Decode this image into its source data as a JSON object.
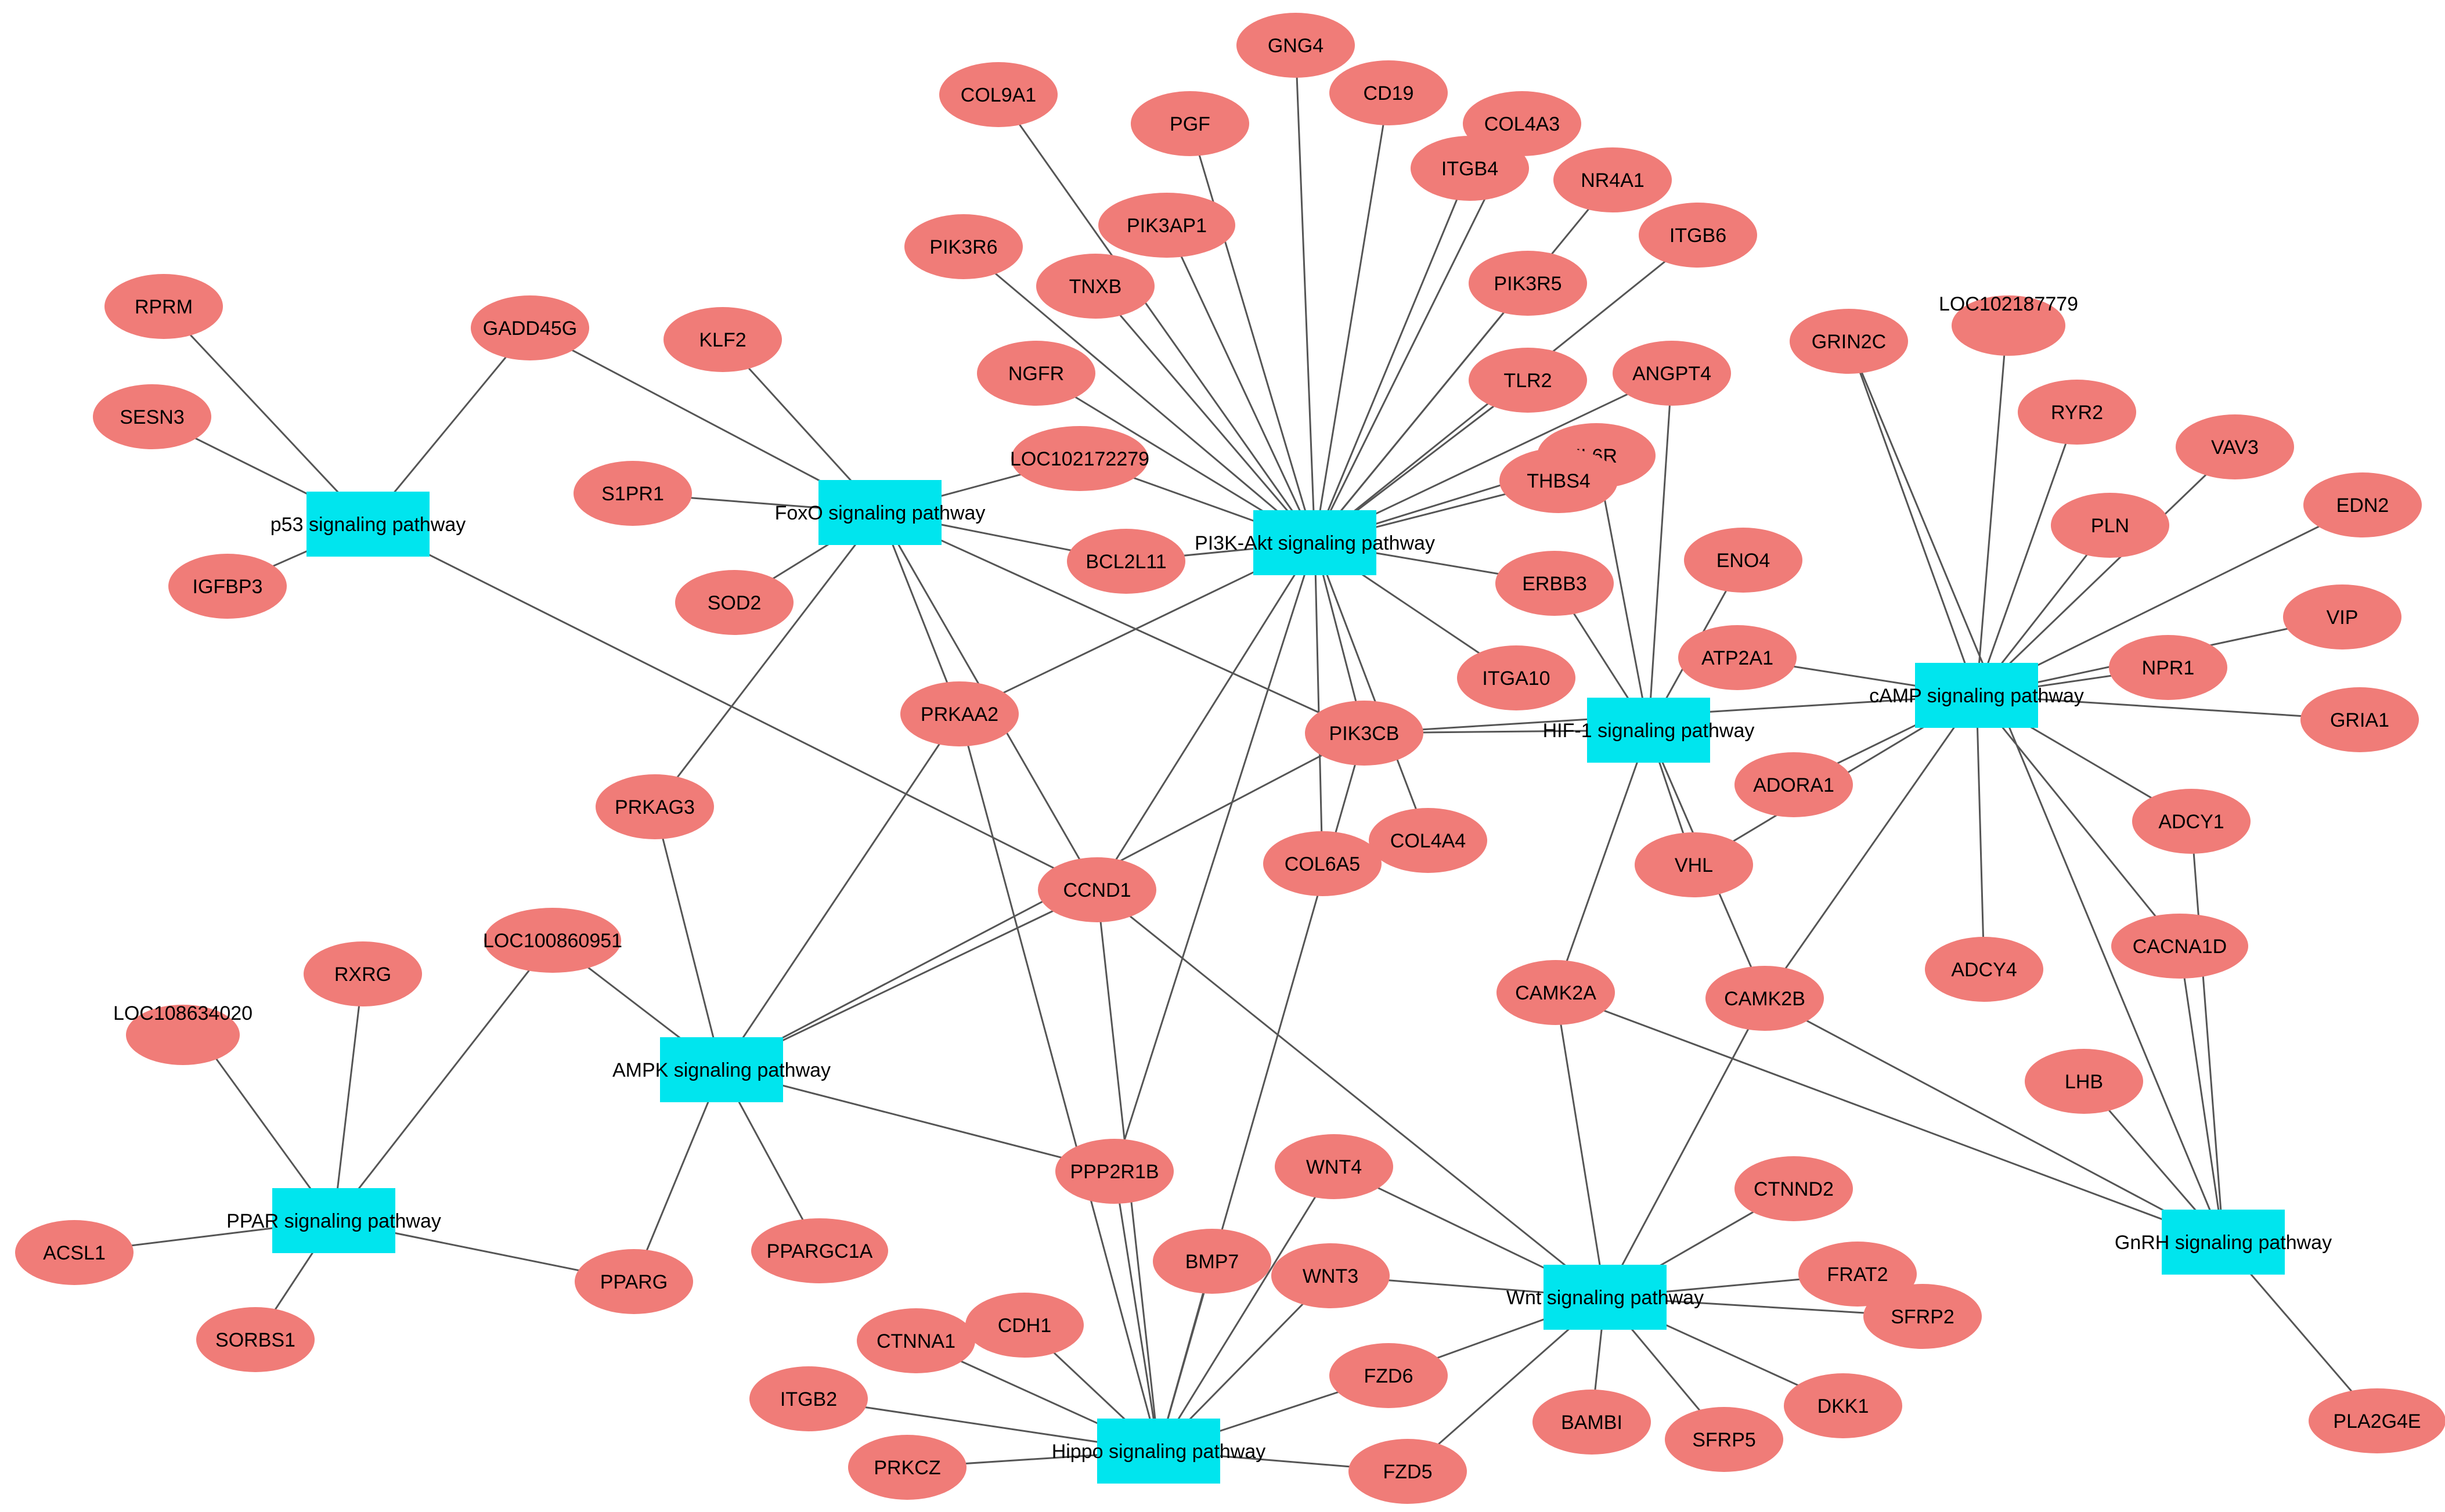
{
  "colors": {
    "pathway": "#00e5ee",
    "gene": "#f07c78",
    "edge": "#555555",
    "text": "#000000"
  },
  "pathways": [
    {
      "id": "p53",
      "label": "p53 signaling pathway"
    },
    {
      "id": "foxo",
      "label": "FoxO signaling pathway"
    },
    {
      "id": "pi3k",
      "label": "PI3K-Akt signaling pathway"
    },
    {
      "id": "hif1",
      "label": "HIF-1 signaling pathway"
    },
    {
      "id": "camp",
      "label": "cAMP signaling pathway"
    },
    {
      "id": "ampk",
      "label": "AMPK signaling pathway"
    },
    {
      "id": "ppar",
      "label": "PPAR signaling pathway"
    },
    {
      "id": "gnrh",
      "label": "GnRH signaling pathway"
    },
    {
      "id": "wnt",
      "label": "Wnt signaling pathway"
    },
    {
      "id": "hippo",
      "label": "Hippo signaling pathway"
    }
  ],
  "genes": [
    {
      "id": "RPRM",
      "label": "RPRM"
    },
    {
      "id": "SESN3",
      "label": "SESN3"
    },
    {
      "id": "IGFBP3",
      "label": "IGFBP3"
    },
    {
      "id": "GADD45G",
      "label": "GADD45G"
    },
    {
      "id": "KLF2",
      "label": "KLF2"
    },
    {
      "id": "S1PR1",
      "label": "S1PR1"
    },
    {
      "id": "SOD2",
      "label": "SOD2"
    },
    {
      "id": "LOC102172279",
      "label": "LOC102172279"
    },
    {
      "id": "BCL2L11",
      "label": "BCL2L11"
    },
    {
      "id": "COL9A1",
      "label": "COL9A1"
    },
    {
      "id": "GNG4",
      "label": "GNG4"
    },
    {
      "id": "CD19",
      "label": "CD19"
    },
    {
      "id": "COL4A3",
      "label": "COL4A3"
    },
    {
      "id": "PGF",
      "label": "PGF"
    },
    {
      "id": "ITGB4",
      "label": "ITGB4"
    },
    {
      "id": "NR4A1",
      "label": "NR4A1"
    },
    {
      "id": "PIK3AP1",
      "label": "PIK3AP1"
    },
    {
      "id": "ITGB6",
      "label": "ITGB6"
    },
    {
      "id": "PIK3R6",
      "label": "PIK3R6"
    },
    {
      "id": "TNXB",
      "label": "TNXB"
    },
    {
      "id": "PIK3R5",
      "label": "PIK3R5"
    },
    {
      "id": "NGFR",
      "label": "NGFR"
    },
    {
      "id": "TLR2",
      "label": "TLR2"
    },
    {
      "id": "ANGPT4",
      "label": "ANGPT4"
    },
    {
      "id": "IL6R",
      "label": "IL6R"
    },
    {
      "id": "THBS4",
      "label": "THBS4"
    },
    {
      "id": "ERBB3",
      "label": "ERBB3"
    },
    {
      "id": "ITGA10",
      "label": "ITGA10"
    },
    {
      "id": "PIK3CB",
      "label": "PIK3CB"
    },
    {
      "id": "COL6A5",
      "label": "COL6A5"
    },
    {
      "id": "COL4A4",
      "label": "COL4A4"
    },
    {
      "id": "PRKAA2",
      "label": "PRKAA2"
    },
    {
      "id": "PRKAG3",
      "label": "PRKAG3"
    },
    {
      "id": "CCND1",
      "label": "CCND1"
    },
    {
      "id": "ENO4",
      "label": "ENO4"
    },
    {
      "id": "ATP2A1",
      "label": "ATP2A1"
    },
    {
      "id": "ADORA1",
      "label": "ADORA1"
    },
    {
      "id": "VHL",
      "label": "VHL"
    },
    {
      "id": "CAMK2A",
      "label": "CAMK2A"
    },
    {
      "id": "CAMK2B",
      "label": "CAMK2B"
    },
    {
      "id": "LOC102187779",
      "label": "LOC102187779"
    },
    {
      "id": "GRIN2C",
      "label": "GRIN2C"
    },
    {
      "id": "RYR2",
      "label": "RYR2"
    },
    {
      "id": "VAV3",
      "label": "VAV3"
    },
    {
      "id": "PLN",
      "label": "PLN"
    },
    {
      "id": "EDN2",
      "label": "EDN2"
    },
    {
      "id": "VIP",
      "label": "VIP"
    },
    {
      "id": "NPR1",
      "label": "NPR1"
    },
    {
      "id": "GRIA1",
      "label": "GRIA1"
    },
    {
      "id": "ADCY1",
      "label": "ADCY1"
    },
    {
      "id": "CACNA1D",
      "label": "CACNA1D"
    },
    {
      "id": "ADCY4",
      "label": "ADCY4"
    },
    {
      "id": "LHB",
      "label": "LHB"
    },
    {
      "id": "PLA2G4E",
      "label": "PLA2G4E"
    },
    {
      "id": "LOC100860951",
      "label": "LOC100860951"
    },
    {
      "id": "RXRG",
      "label": "RXRG"
    },
    {
      "id": "LOC108634020",
      "label": "LOC108634020"
    },
    {
      "id": "ACSL1",
      "label": "ACSL1"
    },
    {
      "id": "SORBS1",
      "label": "SORBS1"
    },
    {
      "id": "PPARG",
      "label": "PPARG"
    },
    {
      "id": "PPARGC1A",
      "label": "PPARGC1A"
    },
    {
      "id": "PPP2R1B",
      "label": "PPP2R1B"
    },
    {
      "id": "WNT4",
      "label": "WNT4"
    },
    {
      "id": "BMP7",
      "label": "BMP7"
    },
    {
      "id": "WNT3",
      "label": "WNT3"
    },
    {
      "id": "CDH1",
      "label": "CDH1"
    },
    {
      "id": "CTNNA1",
      "label": "CTNNA1"
    },
    {
      "id": "ITGB2",
      "label": "ITGB2"
    },
    {
      "id": "PRKCZ",
      "label": "PRKCZ"
    },
    {
      "id": "FZD6",
      "label": "FZD6"
    },
    {
      "id": "FZD5",
      "label": "FZD5"
    },
    {
      "id": "BAMBI",
      "label": "BAMBI"
    },
    {
      "id": "SFRP5",
      "label": "SFRP5"
    },
    {
      "id": "DKK1",
      "label": "DKK1"
    },
    {
      "id": "CTNND2",
      "label": "CTNND2"
    },
    {
      "id": "FRAT2",
      "label": "FRAT2"
    },
    {
      "id": "SFRP2",
      "label": "SFRP2"
    }
  ],
  "edges": [
    [
      "p53",
      "RPRM"
    ],
    [
      "p53",
      "SESN3"
    ],
    [
      "p53",
      "IGFBP3"
    ],
    [
      "p53",
      "GADD45G"
    ],
    [
      "p53",
      "CCND1"
    ],
    [
      "foxo",
      "GADD45G"
    ],
    [
      "foxo",
      "KLF2"
    ],
    [
      "foxo",
      "S1PR1"
    ],
    [
      "foxo",
      "SOD2"
    ],
    [
      "foxo",
      "LOC102172279"
    ],
    [
      "foxo",
      "BCL2L11"
    ],
    [
      "foxo",
      "PRKAA2"
    ],
    [
      "foxo",
      "PRKAG3"
    ],
    [
      "foxo",
      "CCND1"
    ],
    [
      "foxo",
      "PIK3CB"
    ],
    [
      "pi3k",
      "COL9A1"
    ],
    [
      "pi3k",
      "GNG4"
    ],
    [
      "pi3k",
      "CD19"
    ],
    [
      "pi3k",
      "COL4A3"
    ],
    [
      "pi3k",
      "PGF"
    ],
    [
      "pi3k",
      "ITGB4"
    ],
    [
      "pi3k",
      "NR4A1"
    ],
    [
      "pi3k",
      "PIK3AP1"
    ],
    [
      "pi3k",
      "ITGB6"
    ],
    [
      "pi3k",
      "PIK3R6"
    ],
    [
      "pi3k",
      "TNXB"
    ],
    [
      "pi3k",
      "PIK3R5"
    ],
    [
      "pi3k",
      "NGFR"
    ],
    [
      "pi3k",
      "TLR2"
    ],
    [
      "pi3k",
      "ANGPT4"
    ],
    [
      "pi3k",
      "IL6R"
    ],
    [
      "pi3k",
      "THBS4"
    ],
    [
      "pi3k",
      "ERBB3"
    ],
    [
      "pi3k",
      "ITGA10"
    ],
    [
      "pi3k",
      "PIK3CB"
    ],
    [
      "pi3k",
      "COL6A5"
    ],
    [
      "pi3k",
      "COL4A4"
    ],
    [
      "pi3k",
      "PRKAA2"
    ],
    [
      "pi3k",
      "CCND1"
    ],
    [
      "pi3k",
      "BCL2L11"
    ],
    [
      "pi3k",
      "LOC102172279"
    ],
    [
      "pi3k",
      "PPP2R1B"
    ],
    [
      "hif1",
      "ENO4"
    ],
    [
      "hif1",
      "PIK3CB"
    ],
    [
      "hif1",
      "ANGPT4"
    ],
    [
      "hif1",
      "IL6R"
    ],
    [
      "hif1",
      "VHL"
    ],
    [
      "hif1",
      "CAMK2A"
    ],
    [
      "hif1",
      "CAMK2B"
    ],
    [
      "hif1",
      "ERBB3"
    ],
    [
      "camp",
      "LOC102187779"
    ],
    [
      "camp",
      "GRIN2C"
    ],
    [
      "camp",
      "RYR2"
    ],
    [
      "camp",
      "VAV3"
    ],
    [
      "camp",
      "PLN"
    ],
    [
      "camp",
      "EDN2"
    ],
    [
      "camp",
      "VIP"
    ],
    [
      "camp",
      "NPR1"
    ],
    [
      "camp",
      "GRIA1"
    ],
    [
      "camp",
      "ATP2A1"
    ],
    [
      "camp",
      "ADORA1"
    ],
    [
      "camp",
      "ADCY1"
    ],
    [
      "camp",
      "CACNA1D"
    ],
    [
      "camp",
      "ADCY4"
    ],
    [
      "camp",
      "PIK3CB"
    ],
    [
      "camp",
      "VHL"
    ],
    [
      "camp",
      "CAMK2B"
    ],
    [
      "camp",
      "GNRH_LINK"
    ],
    [
      "ampk",
      "LOC100860951"
    ],
    [
      "ampk",
      "PRKAG3"
    ],
    [
      "ampk",
      "PRKAA2"
    ],
    [
      "ampk",
      "CCND1"
    ],
    [
      "ampk",
      "PPARG"
    ],
    [
      "ampk",
      "PPARGC1A"
    ],
    [
      "ampk",
      "PPP2R1B"
    ],
    [
      "ampk",
      "PIK3CB"
    ],
    [
      "ppar",
      "LOC108634020"
    ],
    [
      "ppar",
      "RXRG"
    ],
    [
      "ppar",
      "LOC100860951"
    ],
    [
      "ppar",
      "ACSL1"
    ],
    [
      "ppar",
      "SORBS1"
    ],
    [
      "ppar",
      "PPARG"
    ],
    [
      "gnrh",
      "CAMK2A"
    ],
    [
      "gnrh",
      "CAMK2B"
    ],
    [
      "gnrh",
      "ADCY1"
    ],
    [
      "gnrh",
      "CACNA1D"
    ],
    [
      "gnrh",
      "LHB"
    ],
    [
      "gnrh",
      "PLA2G4E"
    ],
    [
      "gnrh",
      "GRIN2C"
    ],
    [
      "wnt",
      "WNT4"
    ],
    [
      "wnt",
      "WNT3"
    ],
    [
      "wnt",
      "FZD6"
    ],
    [
      "wnt",
      "FZD5"
    ],
    [
      "wnt",
      "BAMBI"
    ],
    [
      "wnt",
      "SFRP5"
    ],
    [
      "wnt",
      "DKK1"
    ],
    [
      "wnt",
      "CTNND2"
    ],
    [
      "wnt",
      "FRAT2"
    ],
    [
      "wnt",
      "SFRP2"
    ],
    [
      "wnt",
      "CAMK2A"
    ],
    [
      "wnt",
      "CAMK2B"
    ],
    [
      "wnt",
      "CCND1"
    ],
    [
      "hippo",
      "WNT4"
    ],
    [
      "hippo",
      "BMP7"
    ],
    [
      "hippo",
      "WNT3"
    ],
    [
      "hippo",
      "CDH1"
    ],
    [
      "hippo",
      "CTNNA1"
    ],
    [
      "hippo",
      "ITGB2"
    ],
    [
      "hippo",
      "PRKCZ"
    ],
    [
      "hippo",
      "FZD6"
    ],
    [
      "hippo",
      "FZD5"
    ],
    [
      "hippo",
      "PPP2R1B"
    ],
    [
      "hippo",
      "CCND1"
    ],
    [
      "hippo",
      "PRKAA2"
    ],
    [
      "hippo",
      "PIK3CB"
    ]
  ]
}
